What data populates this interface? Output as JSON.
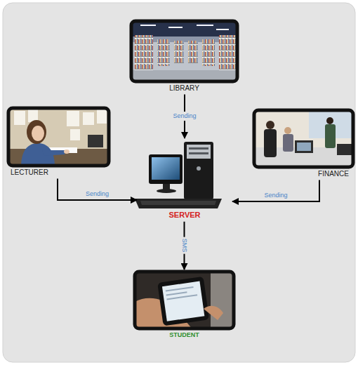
{
  "diagram": {
    "nodes": [
      {
        "text": [
          "LIBRARY"
        ]
      },
      {
        "text": [
          "LECTURER"
        ]
      },
      {
        "text": [
          "SERVER"
        ]
      },
      {
        "text": [
          "FINANCE"
        ]
      },
      {
        "text": [
          "STUDENT"
        ]
      }
    ],
    "edges": [
      {
        "from": 0,
        "to": 2,
        "label": "Sending",
        "arrow": "to"
      },
      {
        "from": 1,
        "to": 2,
        "label": "Sending",
        "arrow": "to"
      },
      {
        "from": 3,
        "to": 2,
        "label": "Sending",
        "arrow": "to"
      },
      {
        "from": 2,
        "to": 4,
        "label": "SMS",
        "arrow": "to"
      }
    ]
  }
}
